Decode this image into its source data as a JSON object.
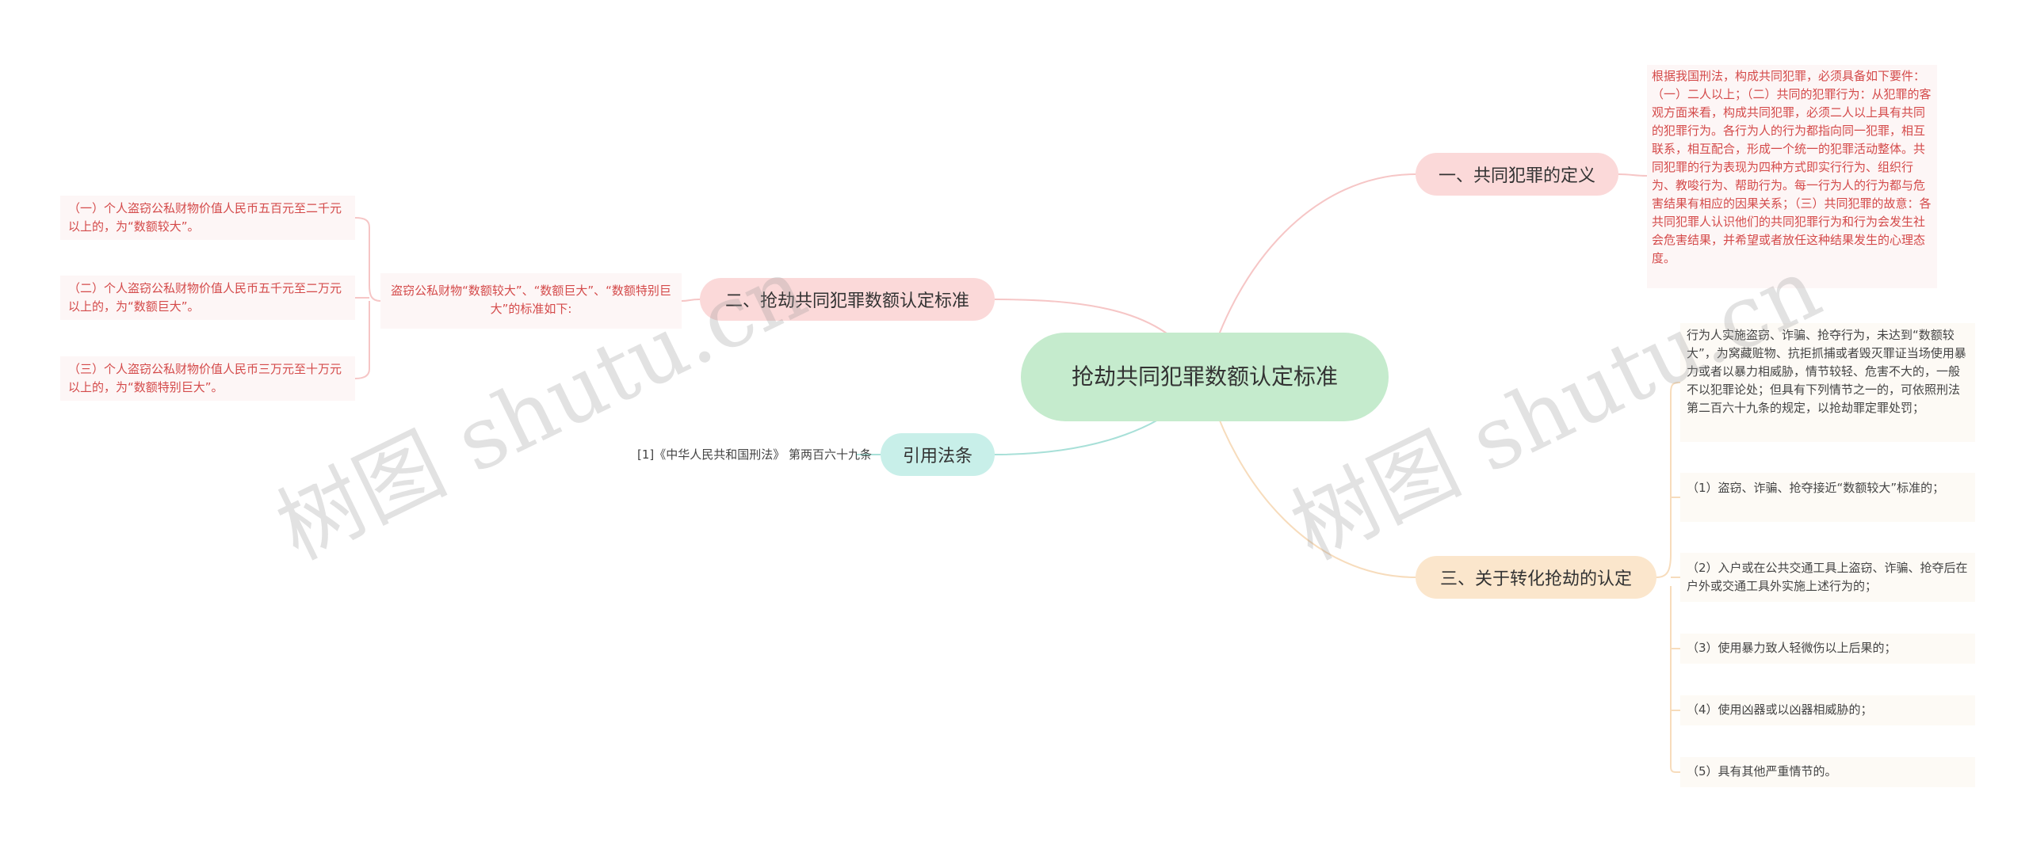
{
  "root": {
    "title": "抢劫共同犯罪数额认定标准"
  },
  "branches": {
    "b1": {
      "label": "一、共同犯罪的定义"
    },
    "b2": {
      "label": "二、抢劫共同犯罪数额认定标准"
    },
    "b3": {
      "label": "引用法条"
    },
    "b4": {
      "label": "三、关于转化抢劫的认定"
    }
  },
  "b1_child": {
    "text": "根据我国刑法，构成共同犯罪，必须具备如下要件：（一）二人以上；（二）共同的犯罪行为：从犯罪的客观方面来看，构成共同犯罪，必须二人以上具有共同的犯罪行为。各行为人的行为都指向同一犯罪，相互联系，相互配合，形成一个统一的犯罪活动整体。共同犯罪的行为表现为四种方式即实行行为、组织行为、教唆行为、帮助行为。每一行为人的行为都与危害结果有相应的因果关系；（三）共同犯罪的故意：各共同犯罪人认识他们的共同犯罪行为和行为会发生社会危害结果，并希望或者放任这种结果发生的心理态度。"
  },
  "b2_child": {
    "text": "盗窃公私财物“数额较大”、“数额巨大”、“数额特别巨大”的标准如下:",
    "items": [
      "（一）个人盗窃公私财物价值人民币五百元至二千元以上的，为“数额较大”。",
      "（二）个人盗窃公私财物价值人民币五千元至二万元以上的，为“数额巨大”。",
      "（三）个人盗窃公私财物价值人民币三万元至十万元以上的，为“数额特别巨大”。"
    ]
  },
  "b3_child": {
    "text": "[1]《中华人民共和国刑法》 第两百六十九条"
  },
  "b4_children": [
    "行为人实施盗窃、诈骗、抢夺行为，未达到“数额较大”，为窝藏赃物、抗拒抓捕或者毁灭罪证当场使用暴力或者以暴力相威胁，情节较轻、危害不大的，一般不以犯罪论处；但具有下列情节之一的，可依照刑法第二百六十九条的规定，以抢劫罪定罪处罚；",
    "（1）盗窃、诈骗、抢夺接近“数额较大”标准的；",
    "（2）入户或在公共交通工具上盗窃、诈骗、抢夺后在户外或交通工具外实施上述行为的；",
    "（3）使用暴力致人轻微伤以上后果的；",
    "（4）使用凶器或以凶器相威胁的；",
    "（5）具有其他严重情节的。"
  ],
  "watermark": "树图 shutu.cn",
  "colors": {
    "root": "#c5ebcd",
    "branch_red": "#fbd9d9",
    "branch_teal": "#c8efe9",
    "branch_orange": "#fbe6cc",
    "red_text": "#d44a4a"
  }
}
